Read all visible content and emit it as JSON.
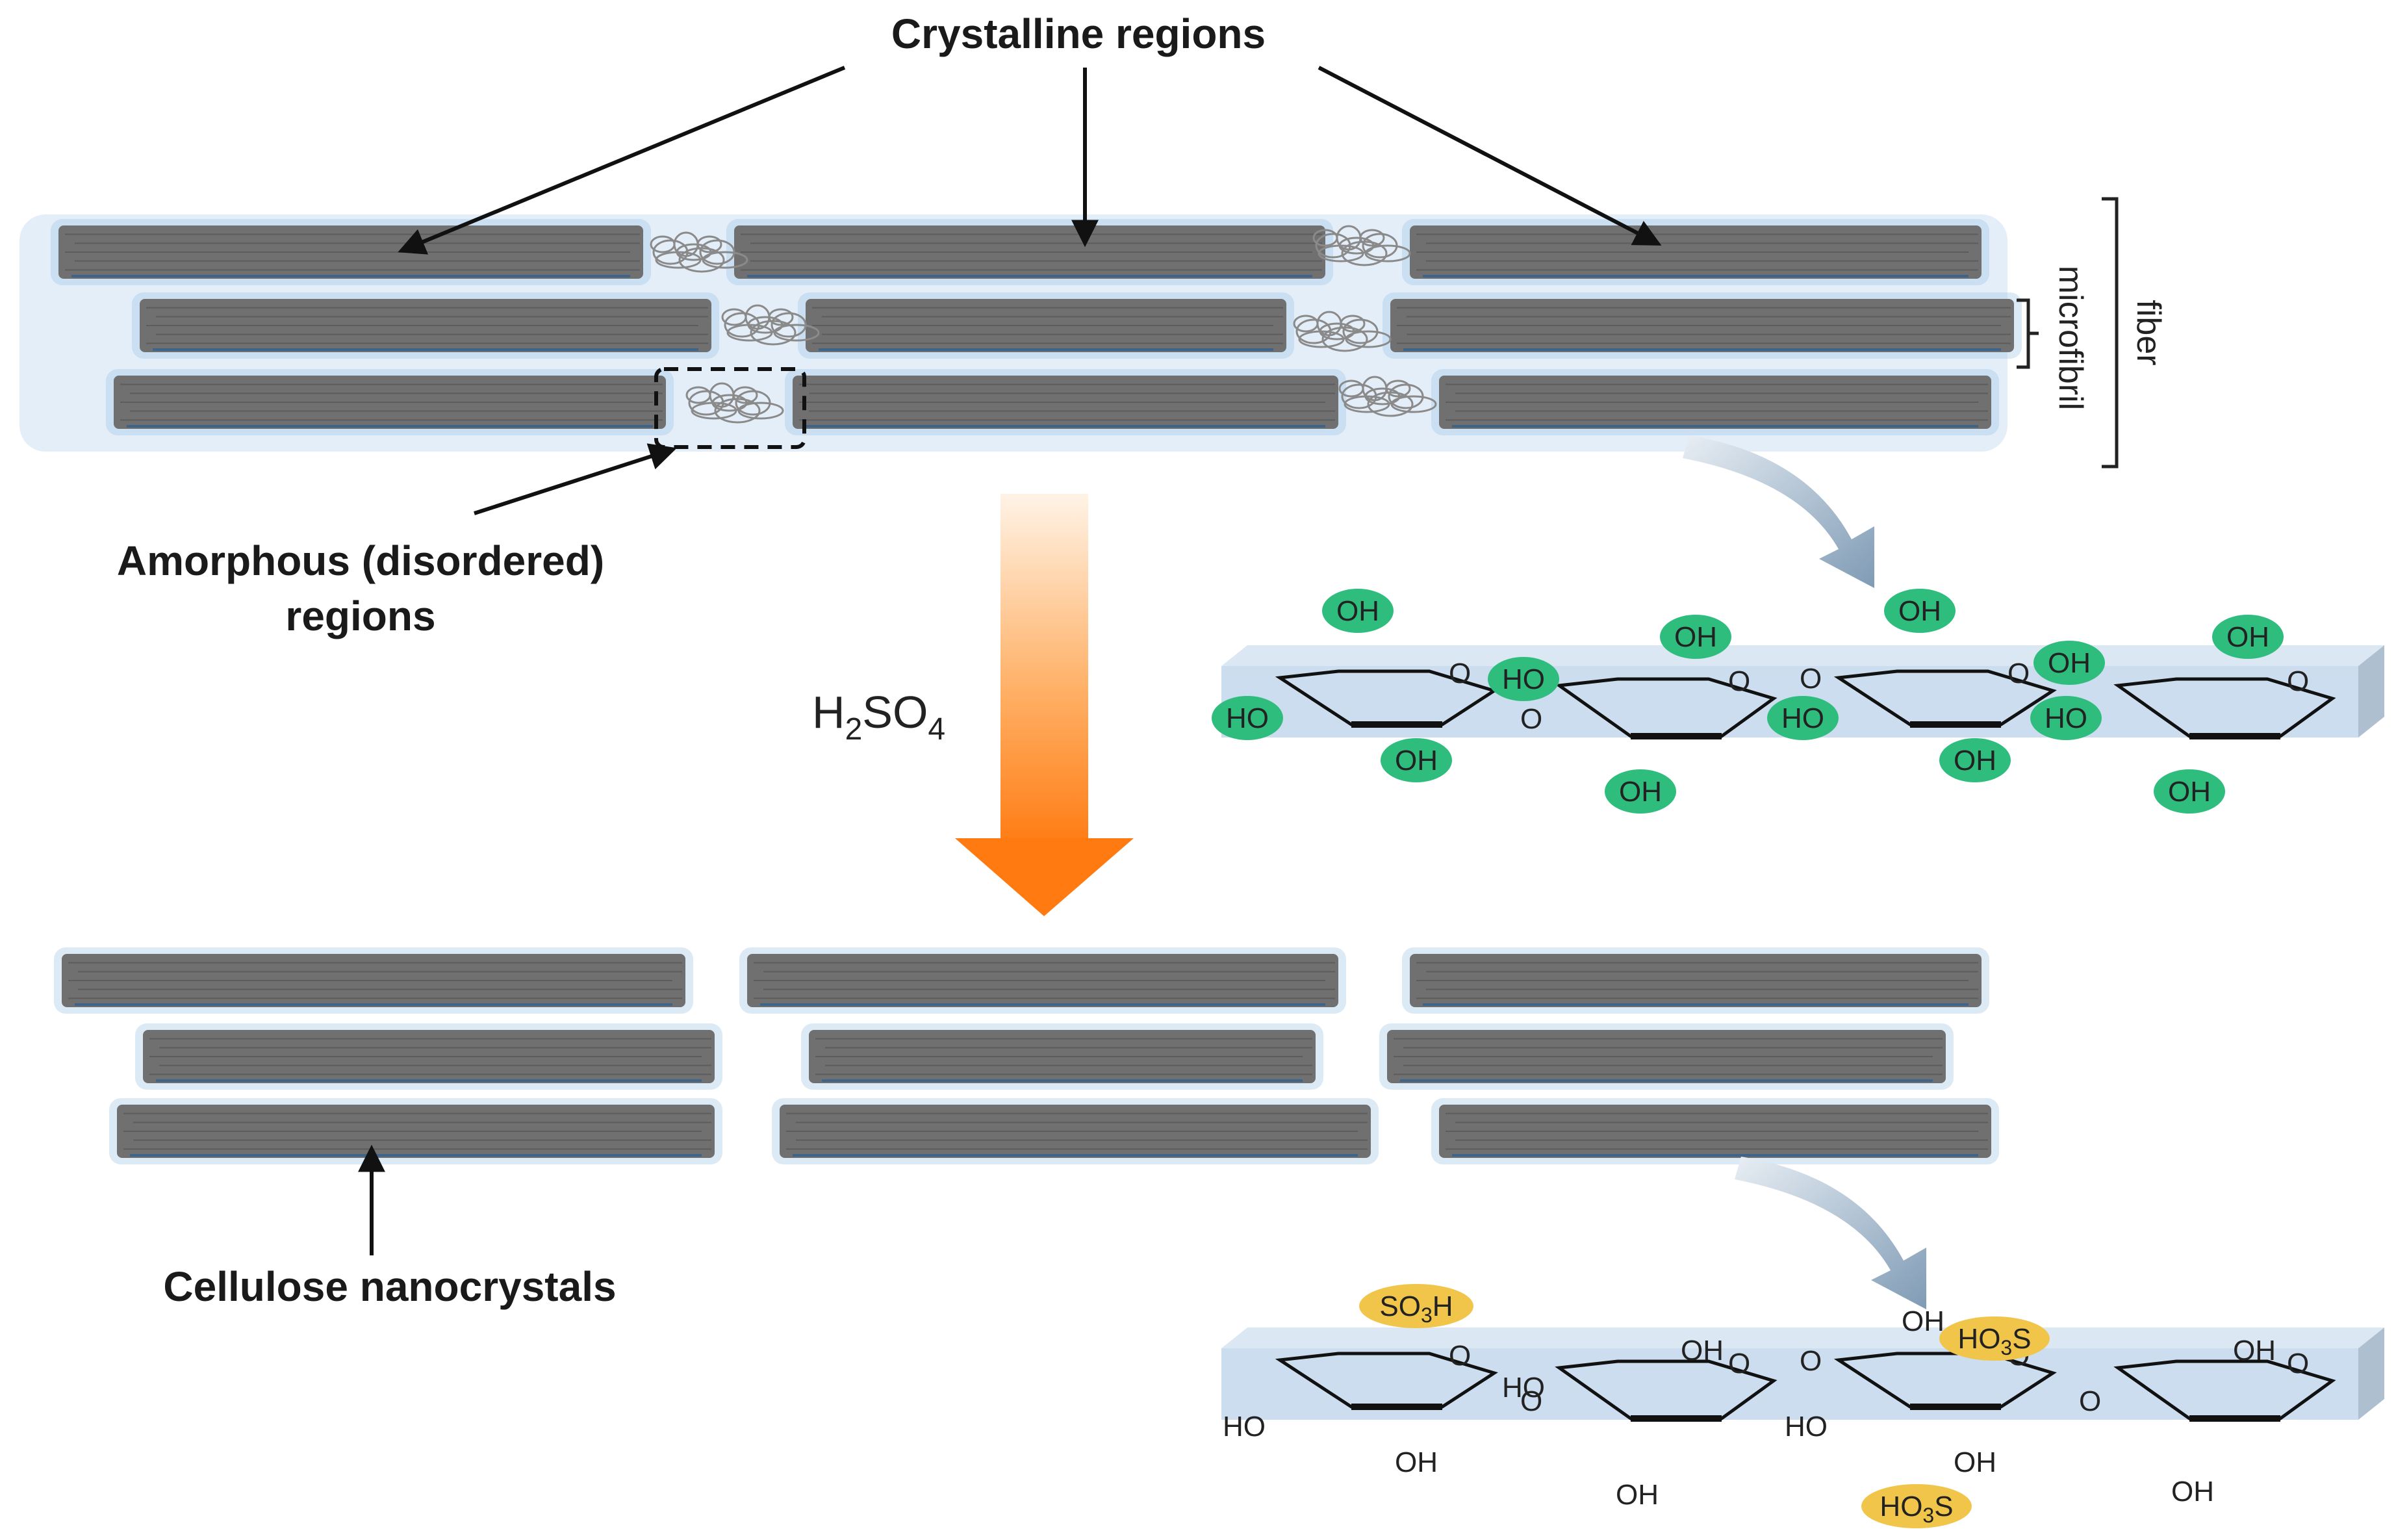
{
  "labels": {
    "crystalline": "Crystalline regions",
    "amorphous_line1": "Amorphous (disordered)",
    "amorphous_line2": "regions",
    "nanocrystals": "Cellulose nanocrystals",
    "fiber": "fiber",
    "microfibril": "microfibril"
  },
  "reagent": {
    "main": "H",
    "sub1": "2",
    "mid": "SO",
    "sub2": "4"
  },
  "chain_top": {
    "groups": [
      "OH",
      "OH",
      "OH",
      "OH",
      "HO",
      "OH",
      "HO",
      "OH",
      "HO",
      "OH",
      "OH",
      "HO",
      "OH",
      "OH"
    ],
    "ring_o": "O"
  },
  "chain_bottom": {
    "groups": [
      "SO",
      "H",
      "OH",
      "HO",
      "OH",
      "HO",
      "OH",
      "HO",
      "OH",
      "OH",
      "OH",
      "OH",
      "HO",
      "S"
    ],
    "sulfate_sub": "3",
    "ring_o": "O"
  },
  "colors": {
    "fibril": "#707070",
    "glow": "#9cc3e4",
    "arrow_top": "#fff2e3",
    "arrow_bottom": "#ff7a10",
    "oh_highlight": "#2fbd7e",
    "sulfate_highlight": "#f0c54a",
    "chain_band": "#c2d7ec"
  }
}
